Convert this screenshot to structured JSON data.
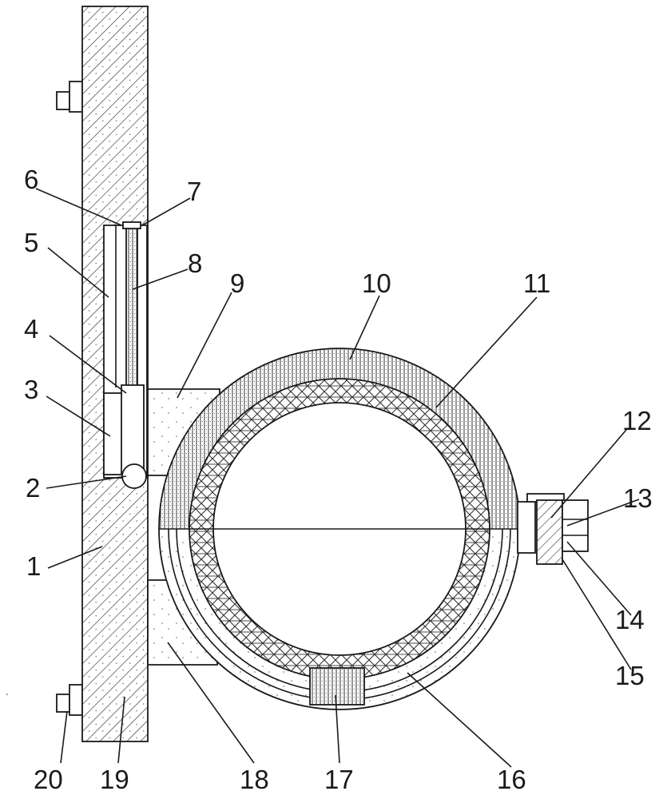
{
  "figure": {
    "labels": [
      {
        "id": "l1",
        "text": "1"
      },
      {
        "id": "l2",
        "text": "2"
      },
      {
        "id": "l3",
        "text": "3"
      },
      {
        "id": "l4",
        "text": "4"
      },
      {
        "id": "l5",
        "text": "5"
      },
      {
        "id": "l6",
        "text": "6"
      },
      {
        "id": "l7",
        "text": "7"
      },
      {
        "id": "l8",
        "text": "8"
      },
      {
        "id": "l9",
        "text": "9"
      },
      {
        "id": "l10",
        "text": "10"
      },
      {
        "id": "l11",
        "text": "11"
      },
      {
        "id": "l12",
        "text": "12"
      },
      {
        "id": "l13",
        "text": "13"
      },
      {
        "id": "l14",
        "text": "14"
      },
      {
        "id": "l15",
        "text": "15"
      },
      {
        "id": "l16",
        "text": "16"
      },
      {
        "id": "l17",
        "text": "17"
      },
      {
        "id": "l18",
        "text": "18"
      },
      {
        "id": "l19",
        "text": "19"
      },
      {
        "id": "l20",
        "text": "20"
      }
    ]
  }
}
